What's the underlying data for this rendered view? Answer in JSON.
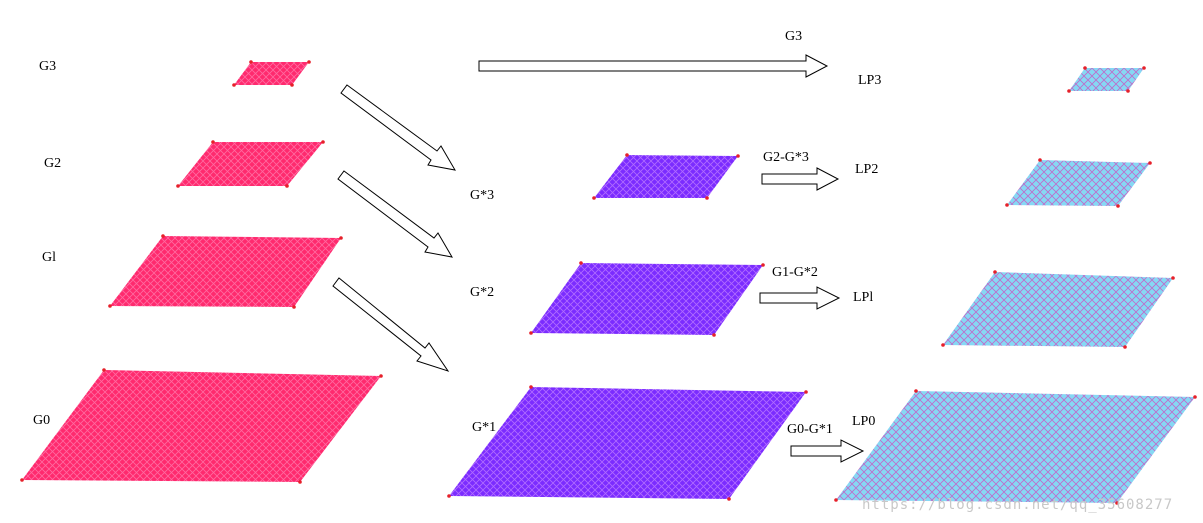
{
  "diagram": {
    "colors": {
      "gaussian_fill": "#ff2a6e",
      "gaussian_hatch": "#ff6aa0",
      "expanded_fill": "#7b2cff",
      "expanded_hatch": "#b06cff",
      "laplacian_fill": "#86d8f4",
      "laplacian_hatch": "#c06ac8",
      "corner_dot": "#e6202a"
    },
    "gaussian_labels": [
      "G3",
      "G2",
      "Gl",
      "G0"
    ],
    "expanded_labels": [
      "G*3",
      "G*2",
      "G*1"
    ],
    "difference_labels": [
      "G3",
      "G2-G*3",
      "G1-G*2",
      "G0-G*1"
    ],
    "laplacian_labels": [
      "LP3",
      "LP2",
      "LPl",
      "LP0"
    ],
    "watermark": "https://blog.csdn.net/qq_35608277"
  }
}
